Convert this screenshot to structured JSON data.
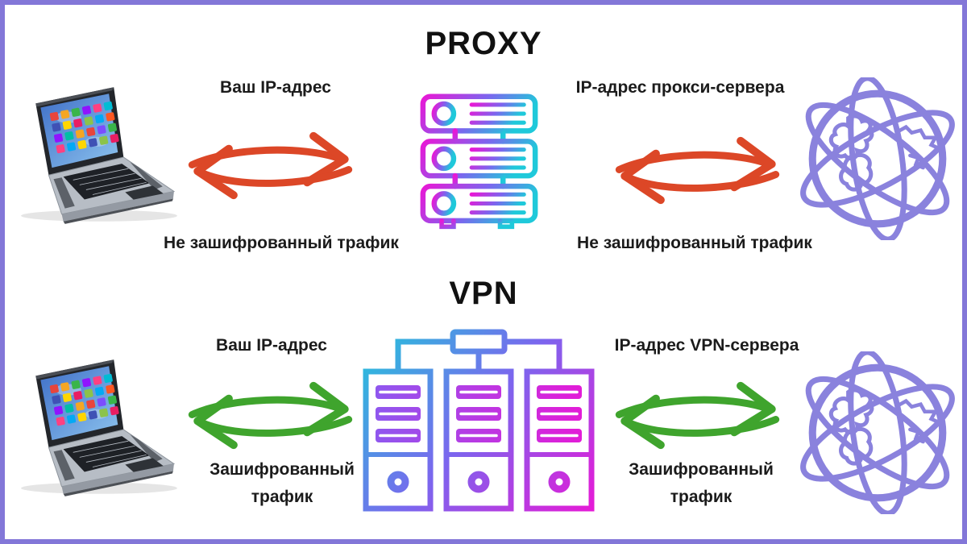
{
  "colors": {
    "frame": "#8377d8",
    "red": "#dc4727",
    "green": "#3fa42d",
    "globe": "#8a82dd",
    "cyan": "#1fc9da",
    "magenta": "#e818d6",
    "purple": "#7b66ee",
    "slat-left": "#8a5bf0"
  },
  "icons": {
    "laptop": "laptop-icon",
    "proxy_server": "proxy-server-rack-icon",
    "vpn_servers": "vpn-server-cluster-icon",
    "internet": "internet-globe-icon",
    "exchange": "exchange-arrows-icon"
  },
  "sections": {
    "proxy": {
      "title": "PROXY",
      "left_top_label": "Ваш IP-адрес",
      "right_top_label": "IP-адрес прокси-сервера",
      "left_bottom_label": "Не зашифрованный трафик",
      "right_bottom_label": "Не зашифрованный трафик"
    },
    "vpn": {
      "title": "VPN",
      "left_top_label": "Ваш IP-адрес",
      "right_top_label": "IP-адрес VPN-сервера",
      "left_bottom_label": "Зашифрованный трафик",
      "right_bottom_label": "Зашифрованный трафик"
    }
  }
}
